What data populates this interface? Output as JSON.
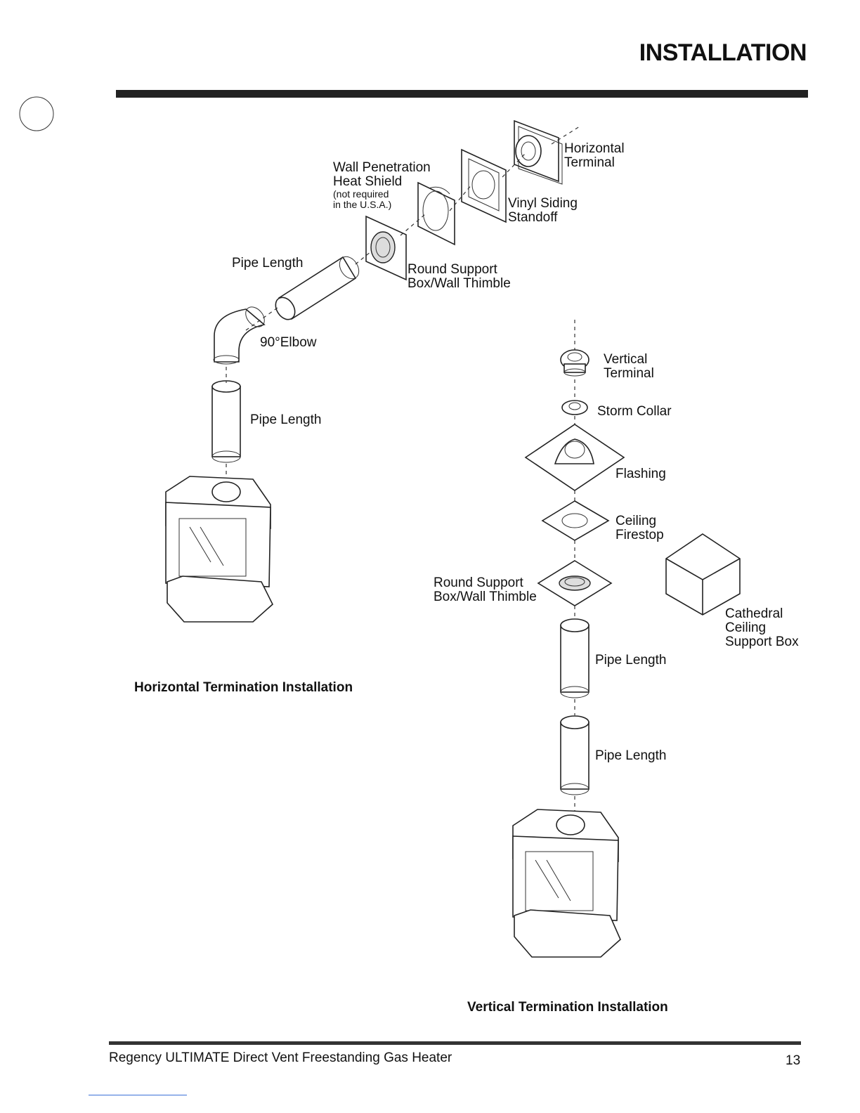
{
  "header": {
    "title": "INSTALLATION"
  },
  "horizontal": {
    "caption": "Horizontal Termination Installation",
    "labels": {
      "horizontal_terminal_1": "Horizontal",
      "horizontal_terminal_2": "Terminal",
      "wall_pen_1": "Wall Penetration",
      "wall_pen_2": "Heat Shield",
      "wall_pen_3": "(not required",
      "wall_pen_4": "in the U.S.A.)",
      "vinyl_1": "Vinyl Siding",
      "vinyl_2": "Standoff",
      "pipe_length_top": "Pipe Length",
      "round_support_1": "Round Support",
      "round_support_2": "Box/Wall Thimble",
      "elbow": "90°Elbow",
      "pipe_length_mid": "Pipe Length"
    }
  },
  "vertical": {
    "caption": "Vertical Termination Installation",
    "labels": {
      "vertical_terminal_1": "Vertical",
      "vertical_terminal_2": "Terminal",
      "storm_collar": "Storm Collar",
      "flashing": "Flashing",
      "ceiling_firestop_1": "Ceiling",
      "ceiling_firestop_2": "Firestop",
      "round_support_1": "Round Support",
      "round_support_2": "Box/Wall Thimble",
      "cathedral_1": "Cathedral",
      "cathedral_2": "Ceiling",
      "cathedral_3": "Support Box",
      "pipe_length_1": "Pipe Length",
      "pipe_length_2": "Pipe Length"
    }
  },
  "footer": {
    "product": "Regency ULTIMATE Direct Vent Freestanding Gas Heater",
    "page_number": "13"
  }
}
